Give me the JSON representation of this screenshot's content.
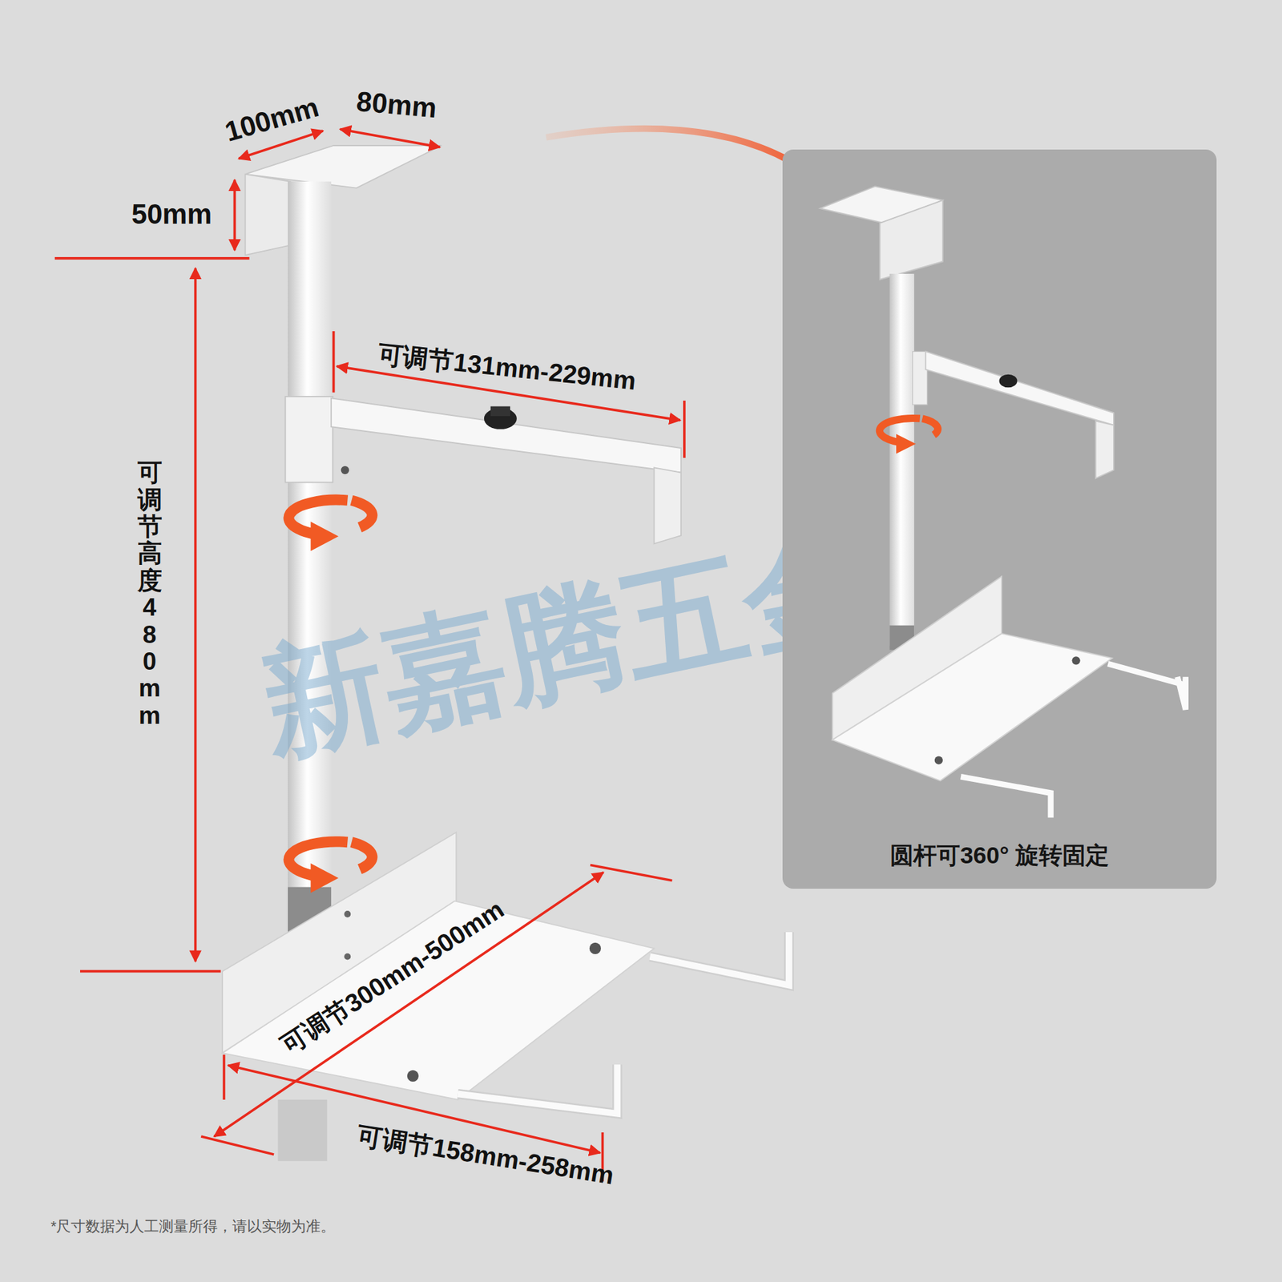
{
  "diagram": {
    "nodes": [
      {
        "text": [
          "圆杆可360° 旋转固定"
        ]
      }
    ],
    "labels": [
      "100mm",
      "80mm",
      "50mm",
      "可调节131mm-229mm",
      "可调节高度480mm",
      "新嘉腾五金",
      "可调节300mm-500mm",
      "可调节158mm-258mm",
      "*尺寸数据为人工测量所得，请以实物为准。"
    ]
  }
}
